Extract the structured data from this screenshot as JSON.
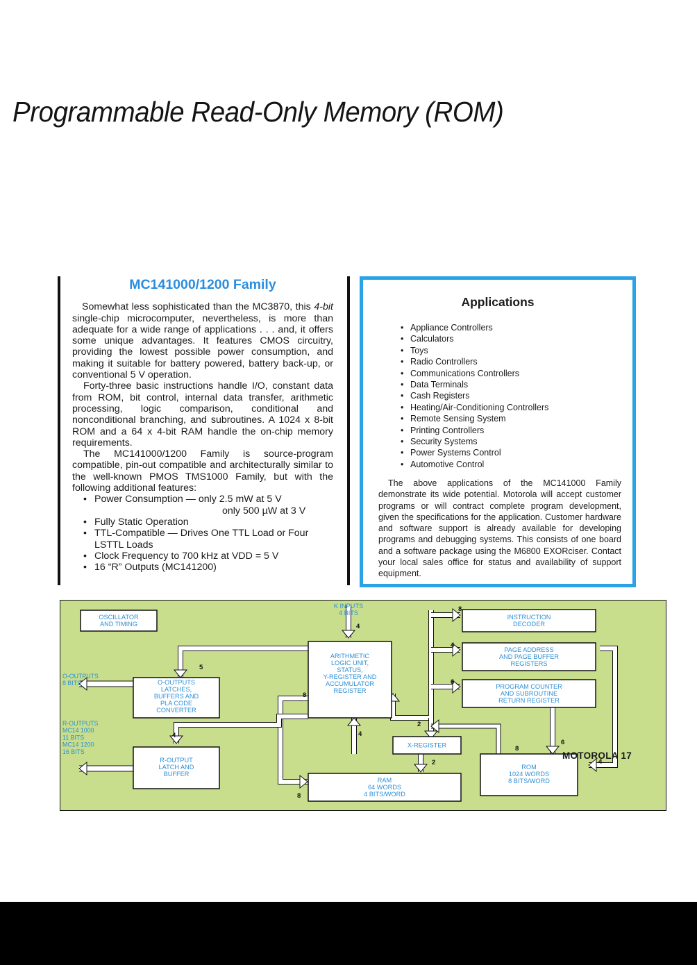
{
  "page_title": "Programmable Read-Only Memory (ROM)",
  "left": {
    "heading": "MC141000/1200 Family",
    "p1_pre": "Somewhat less sophisticated than the MC3870, this ",
    "p1_em": "4-bit",
    "p1_post": " single-chip microcomputer, nevertheless, is more than adequate for a wide range of applications . . . and, it offers some unique advantages. It features CMOS circuitry, providing the lowest possible power consumption, and making it suitable for battery powered, battery back-up, or conventional 5 V operation.",
    "p2": "Forty-three basic instructions handle I/O, constant data from ROM, bit control, internal data transfer, arithmetic processing, logic comparison, conditional and nonconditional branching, and subroutines. A 1024 x 8-bit ROM and a 64 x 4-bit RAM handle the on-chip memory requirements.",
    "p3": "The MC141000/1200 Family is source-program compatible, pin-out compatible and architecturally similar to the well-known PMOS TMS1000 Family, but with the following additional features:",
    "features": {
      "f1": "Power Consumption — only 2.5 mW at 5 V",
      "f1b": "only 500 µW at 3 V",
      "f2": "Fully Static Operation",
      "f3": "TTL-Compatible — Drives One TTL Load or Four LSTTL Loads",
      "f4": "Clock Frequency to 700 kHz at VDD = 5 V",
      "f5": "16 “R” Outputs (MC141200)"
    }
  },
  "applications": {
    "heading": "Applications",
    "items": [
      "Appliance Controllers",
      "Calculators",
      "Toys",
      "Radio Controllers",
      "Communications Controllers",
      "Data Terminals",
      "Cash Registers",
      "Heating/Air-Conditioning Controllers",
      "Remote Sensing System",
      "Printing Controllers",
      "Security Systems",
      "Power Systems Control",
      "Automotive Control"
    ],
    "paragraph": "The above applications of the MC141000 Family demonstrate its wide potential. Motorola will accept customer programs or will contract complete program development, given the specifications for the application. Customer hardware and software support is already available for developing programs and debugging systems. This consists of one board and a software package using the M6800 EXORciser. Contact your local sales office for status and availability of support equipment."
  },
  "diagram": {
    "colors": {
      "background": "#c8de8c",
      "box": "#ffffff",
      "text": "#2e8fd6",
      "arrow": "#ffffff",
      "border": "#111111"
    },
    "blocks": {
      "osc": [
        "OSCILLATOR",
        "AND TIMING"
      ],
      "alu": [
        "ARITHMETIC",
        "LOGIC UNIT,",
        "STATUS,",
        "Y-REGISTER AND",
        "ACCUMULATOR",
        "REGISTER"
      ],
      "instr": [
        "INSTRUCTION",
        "DECODER"
      ],
      "page": [
        "PAGE ADDRESS",
        "AND PAGE BUFFER",
        "REGISTERS"
      ],
      "pc": [
        "PROGRAM COUNTER",
        "AND SUBROUTINE",
        "RETURN REGISTER"
      ],
      "oout": [
        "O-OUTPUTS",
        "LATCHES,",
        "BUFFERS AND",
        "PLA CODE",
        "CONVERTER"
      ],
      "xreg": [
        "X-REGISTER"
      ],
      "rout": [
        "R-OUTPUT",
        "LATCH AND",
        "BUFFER"
      ],
      "ram": [
        "RAM",
        "64 WORDS",
        "4 BITS/WORD"
      ],
      "rom": [
        "ROM",
        "1024 WORDS",
        "8 BITS/WORD"
      ]
    },
    "labels": {
      "kin": [
        "K INPUTS",
        "4 BITS"
      ],
      "oouts": [
        "O-OUTPUTS",
        "8 BITS"
      ],
      "routs": [
        "R-OUTPUTS",
        "MC14 1000",
        "11 BITS",
        "MC14 1200",
        "16 BITS"
      ]
    },
    "bus_widths": [
      "4",
      "5",
      "8",
      "4",
      "4",
      "8",
      "4",
      "6",
      "2",
      "2",
      "8",
      "6",
      "4",
      "8"
    ]
  },
  "footer": "MOTOROLA 17"
}
